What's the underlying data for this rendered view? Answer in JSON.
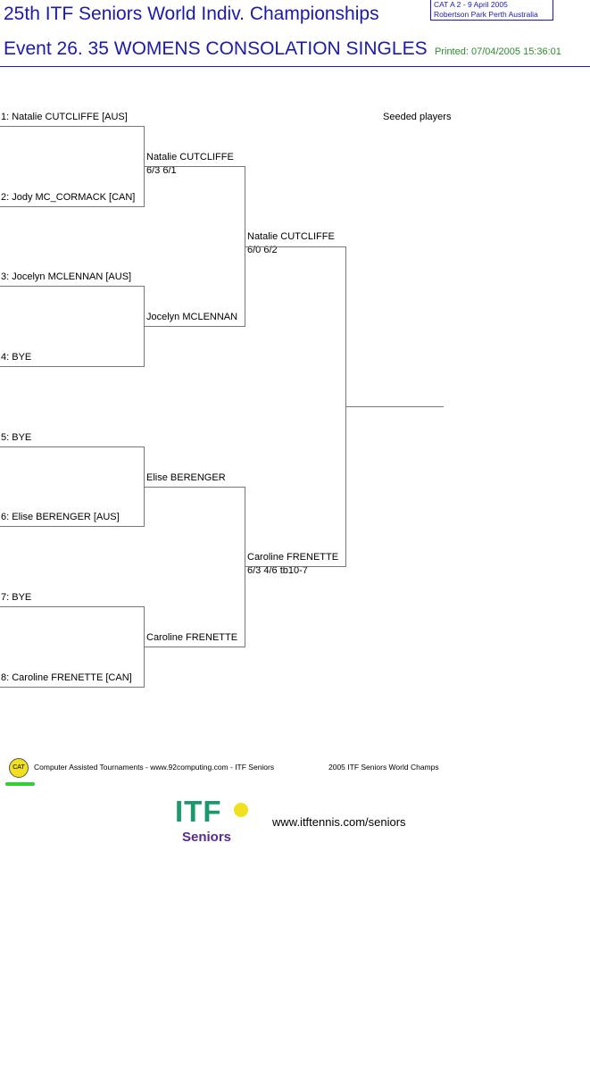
{
  "header": {
    "title_line1": "25th ITF Seniors World Indiv. Championships",
    "title_line2": "Event 26. 35 WOMENS CONSOLATION SINGLES",
    "cat_line1": "CAT A   2 - 9 April 2005",
    "cat_line2": "Robertson Park Perth    Australia",
    "printed": "Printed: 07/04/2005 15:36:01"
  },
  "seeded_label": "Seeded players",
  "round1": [
    "1: Natalie CUTCLIFFE [AUS]",
    "2: Jody MC_CORMACK [CAN]",
    "3: Jocelyn MCLENNAN [AUS]",
    "4: BYE",
    "5: BYE",
    "6: Elise BERENGER [AUS]",
    "7: BYE",
    "8: Caroline FRENETTE [CAN]"
  ],
  "round2": [
    {
      "name": "Natalie CUTCLIFFE",
      "score": "6/3 6/1"
    },
    {
      "name": "Jocelyn MCLENNAN",
      "score": ""
    },
    {
      "name": "Elise BERENGER",
      "score": ""
    },
    {
      "name": "Caroline FRENETTE",
      "score": ""
    }
  ],
  "round3": [
    {
      "name": "Natalie CUTCLIFFE",
      "score": "6/0 6/2"
    },
    {
      "name": "Caroline FRENETTE",
      "score": "6/3 4/6 tb10-7"
    }
  ],
  "footer": {
    "cat_logo": "CAT",
    "credit": "Computer Assisted Tournaments - www.92computing.com -  ITF Seniors",
    "event": "2005 ITF Seniors World Champs",
    "itf_logo_text": "ITF",
    "itf_logo_sub": "Seniors",
    "website": "www.itftennis.com/seniors"
  }
}
